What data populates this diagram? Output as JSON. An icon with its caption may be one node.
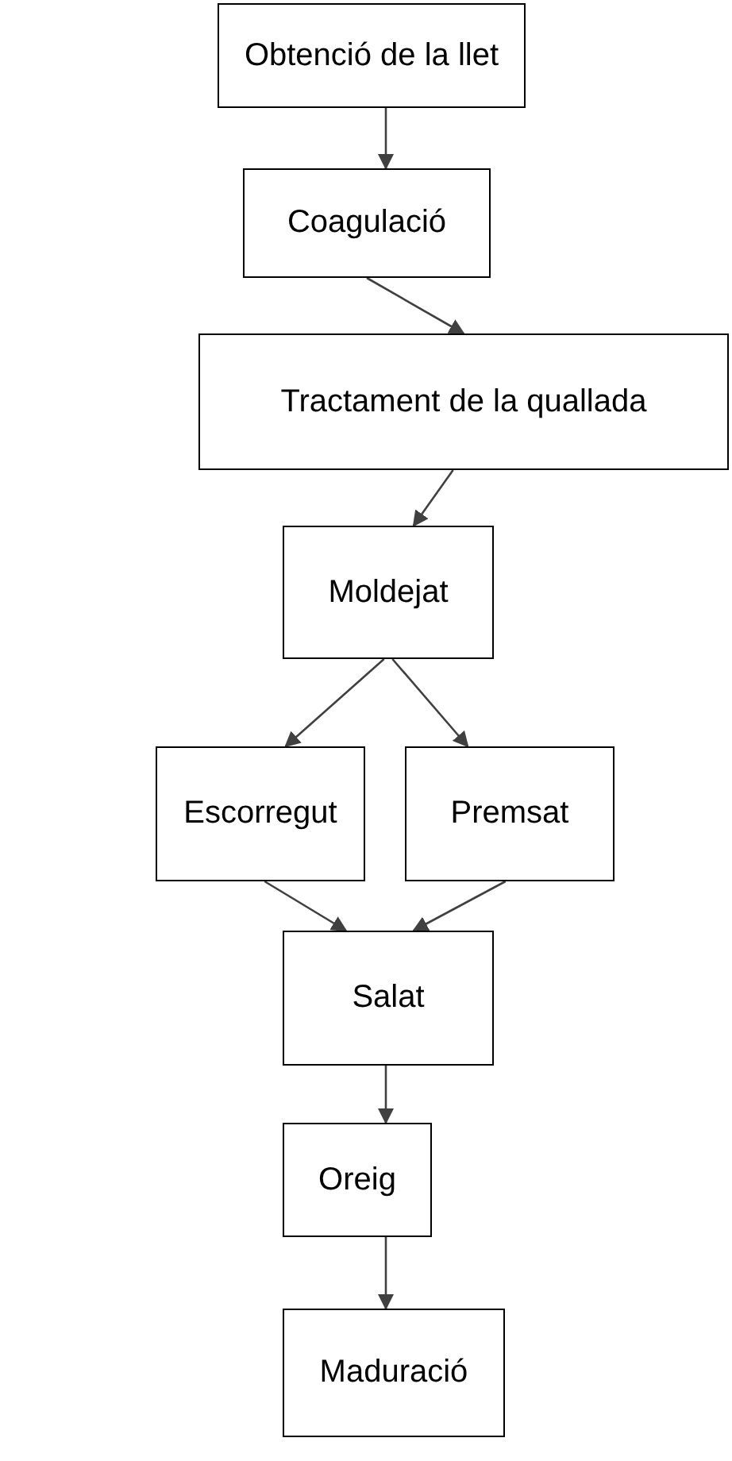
{
  "diagram": {
    "nodes": [
      {
        "text": [
          "Obtenció de la llet"
        ]
      },
      {
        "text": [
          "Coagulació"
        ]
      },
      {
        "text": [
          "Tractament de la quallada"
        ]
      },
      {
        "text": [
          "Moldejat"
        ]
      },
      {
        "text": [
          "Escorregut"
        ]
      },
      {
        "text": [
          "Premsat"
        ]
      },
      {
        "text": [
          "Salat"
        ]
      },
      {
        "text": [
          "Oreig"
        ]
      },
      {
        "text": [
          "Maduració"
        ]
      }
    ],
    "edges": [
      {
        "from": 0,
        "to": 1,
        "arrow": "to"
      },
      {
        "from": 1,
        "to": 2,
        "arrow": "to"
      },
      {
        "from": 2,
        "to": 3,
        "arrow": "to"
      },
      {
        "from": 3,
        "to": 4,
        "arrow": "to"
      },
      {
        "from": 3,
        "to": 5,
        "arrow": "to"
      },
      {
        "from": 4,
        "to": 6,
        "arrow": "to"
      },
      {
        "from": 5,
        "to": 6,
        "arrow": "to"
      },
      {
        "from": 6,
        "to": 7,
        "arrow": "to"
      },
      {
        "from": 7,
        "to": 8,
        "arrow": "to"
      }
    ]
  }
}
